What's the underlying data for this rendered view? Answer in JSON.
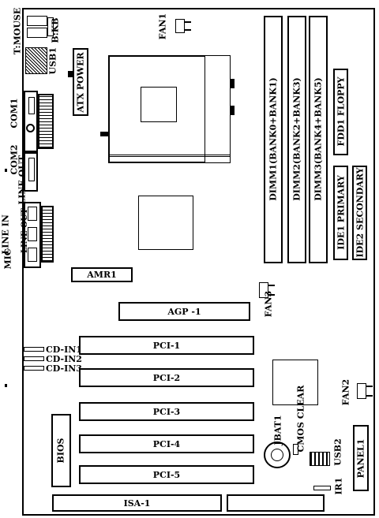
{
  "labels": {
    "t_mouse": "T:MOUSE",
    "b_kb": "B:KB",
    "usb1": "USB1",
    "atx_power": "ATX POWER",
    "fan1": "FAN1",
    "com1": "COM1",
    "com2": "COM2",
    "line_out": "LINE OUT",
    "line_in": "LINE IN",
    "mic": "MIC",
    "dimm1": "DIMM1(BANK0+BANK1)",
    "dimm2": "DIMM2(BANK2+BANK3)",
    "dimm3": "DIMM3(BANK4+BANK5)",
    "fdd": "FDD1 FLOPPY",
    "ide1": "IDE1 PRIMARY",
    "ide2": "IDE2 SECONDARY",
    "amr1": "AMR1",
    "fan3": "FAN3",
    "agp": "AGP -1",
    "cd_in1": "CD-IN1",
    "cd_in2": "CD-IN2",
    "cd_in3": "CD-IN3",
    "pci1": "PCI-1",
    "pci2": "PCI-2",
    "pci3": "PCI-3",
    "pci4": "PCI-4",
    "pci5": "PCI-5",
    "fan2": "FAN2",
    "bios": "BIOS",
    "jbat1": "JBAT1",
    "cmos_clear": "CMOS CLEAR",
    "usb2": "USB2",
    "panel1": "PANEL1",
    "ir1": "IR1",
    "isa1": "ISA-1"
  }
}
